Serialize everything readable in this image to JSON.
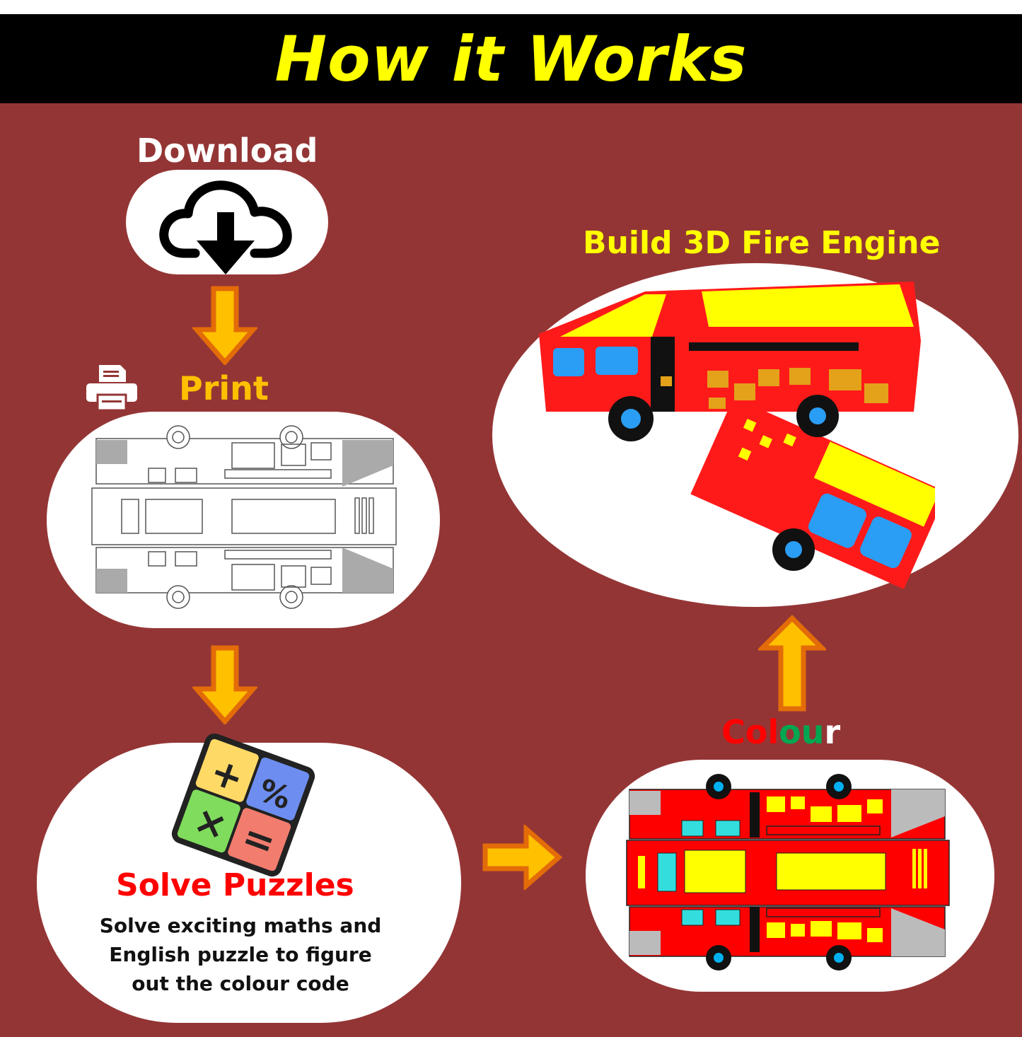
{
  "title": "How it Works",
  "steps": {
    "download": {
      "label": "Download"
    },
    "print": {
      "label": "Print"
    },
    "solve": {
      "label": "Solve Puzzles",
      "description_lines": [
        "Solve exciting maths and",
        "English puzzle to figure",
        "out the colour code"
      ]
    },
    "colour": {
      "letters": [
        "C",
        "o",
        "l",
        "o",
        "u",
        "r"
      ]
    },
    "build": {
      "label": "Build  3D Fire Engine"
    }
  },
  "puzzle_symbols": [
    "+",
    "%",
    "×",
    "="
  ],
  "colors": {
    "banner_bg": "#000000",
    "title": "#ffff00",
    "panel_bg": "#943535",
    "white_label": "#ffffff",
    "print_label": "#ffc000",
    "build_label": "#ffff00",
    "solve_label": "#ff0000",
    "arrow_fill": "#ffc000",
    "arrow_stroke": "#e36c09",
    "colour_letters": [
      "#ff0000",
      "#ff0000",
      "#ff0000",
      "#00a651",
      "#00a651",
      "#ffffff"
    ]
  }
}
